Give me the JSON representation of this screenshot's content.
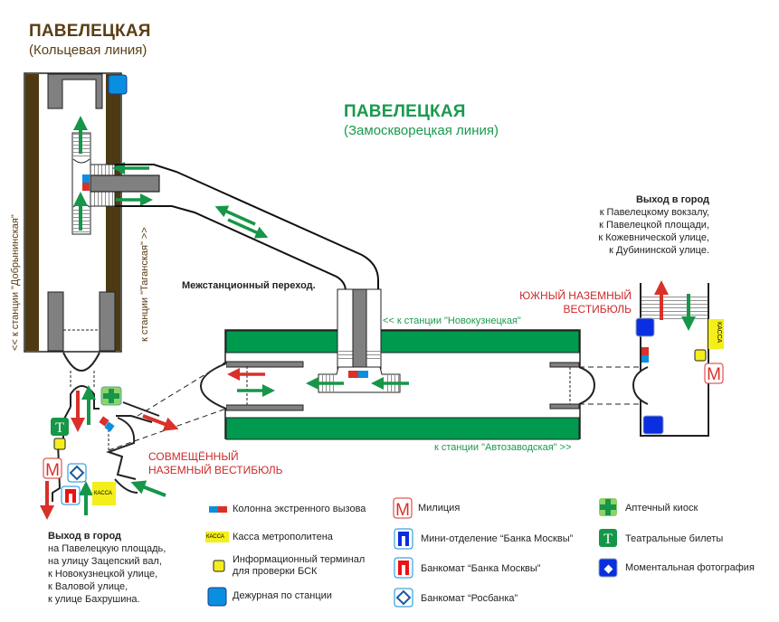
{
  "ring_line": {
    "title": "ПАВЕЛЕЦКАЯ",
    "subtitle": "(Кольцевая линия)",
    "color": "#5a3f14",
    "dir_left": "<< к станции \"Добрынинская\"",
    "dir_right": "к станции \"Таганская\" >>"
  },
  "zamoskvoretskaya_line": {
    "title": "ПАВЕЛЕЦКАЯ",
    "subtitle": "(Замоскворецкая линия)",
    "color": "#1a9a4e",
    "dir_top": "<< к станции \"Новокузнецкая\"",
    "dir_bottom": "к станции \"Автозаводская\" >>"
  },
  "transfer_label": "Межстанционный переход.",
  "south_vestibule": {
    "label_line1": "ЮЖНЫЙ НАЗЕМНЫЙ",
    "label_line2": "ВЕСТИБЮЛЬ",
    "kassa_label": "КАССА",
    "exit_title": "Выход в город",
    "exit_lines": [
      "к Павелецкому вокзалу,",
      "к Павелецкой площади,",
      "к Кожевнической улице,",
      "к Дубининской улице."
    ]
  },
  "combined_vestibule": {
    "label_line1": "СОВМЕЩЁННЫЙ",
    "label_line2": "НАЗЕМНЫЙ ВЕСТИБЮЛЬ",
    "kassa_label": "КАССА",
    "exit_title": "Выход в город",
    "exit_lines": [
      "на Павелецкую площадь,",
      "на улицу Зацепский вал,",
      "к Новокузнецкой улице,",
      "к Валовой улице,",
      "к улице Бахрушина."
    ]
  },
  "legend": {
    "col1": [
      {
        "icon": "emergency-call-column-icon",
        "text": "Колонна экстренного вызова"
      },
      {
        "icon": "ticket-office-icon",
        "icon_text": "КАССА",
        "text": "Касса метрополитена"
      },
      {
        "icon": "info-terminal-icon",
        "text": "Информационный терминал",
        "text2": "для проверки БСК"
      },
      {
        "icon": "station-duty-icon",
        "text": "Дежурная по станции"
      }
    ],
    "col2": [
      {
        "icon": "police-icon",
        "icon_text": "M",
        "text": "Милиция"
      },
      {
        "icon": "bank-moscow-branch-icon",
        "text": "Мини-отделение “Банка Москвы”"
      },
      {
        "icon": "bank-moscow-atm-icon",
        "text": "Банкомат “Банка Москвы”"
      },
      {
        "icon": "rosbank-atm-icon",
        "text": "Банкомат “Росбанка”"
      }
    ],
    "col3": [
      {
        "icon": "pharmacy-icon",
        "text": "Аптечный киоск"
      },
      {
        "icon": "theatre-tickets-icon",
        "icon_text": "T",
        "text": "Театральные билеты"
      },
      {
        "icon": "photo-booth-icon",
        "text": "Моментальная фотография"
      }
    ]
  },
  "colors": {
    "ring_brown": "#4e3a12",
    "zamosk_green": "#009a4e",
    "platform_grey": "#808080",
    "arrow_red": "#d9302a",
    "arrow_green": "#169648",
    "duty_blue": "#0a8ee0",
    "kassa_yellow": "#f4ee1a",
    "police_red": "#d9302a",
    "bank_blue": "#0a2ee0"
  }
}
